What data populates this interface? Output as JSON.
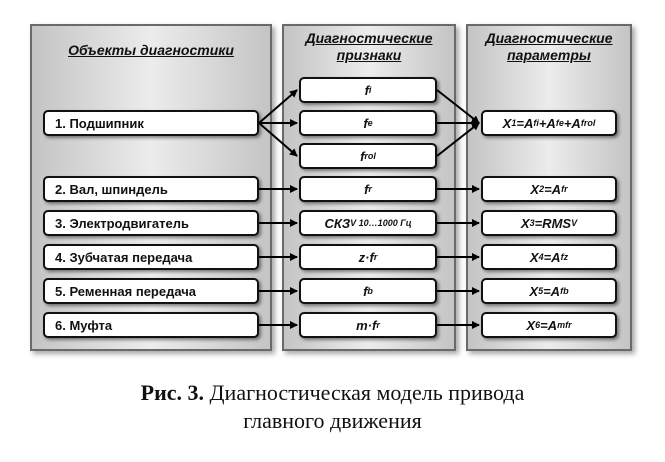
{
  "headers": {
    "objects": "Объекты диагностики",
    "signs": "Диагностические признаки",
    "params": "Диагностические параметры"
  },
  "objects": [
    "1. Подшипник",
    "2. Вал, шпиндель",
    "3. Электродвигатель",
    "4. Зубчатая передача",
    "5. Ременная передача",
    "6. Муфта"
  ],
  "signs": [
    {
      "main": "f",
      "sub": "i"
    },
    {
      "main": "f",
      "sub": "e"
    },
    {
      "main": "f",
      "sub": "rol"
    },
    {
      "main": "f",
      "sub": "r"
    },
    {
      "main": "СКЗ",
      "sub": "V 10…1000 Гц"
    },
    {
      "main": "z·f",
      "sub": "r"
    },
    {
      "main": "f",
      "sub": "b"
    },
    {
      "main": "m·f",
      "sub": "r"
    }
  ],
  "params": [
    {
      "text": "X₁=A_fi+A_fe+A_frol"
    },
    {
      "text": "X₂=A_fr"
    },
    {
      "text": "X₃=RMS_V"
    },
    {
      "text": "X₄=A_fz"
    },
    {
      "text": "X₅=A_fb"
    },
    {
      "text": "X₆=A_mfr"
    }
  ],
  "caption": {
    "label": "Рис. 3.",
    "line1": "Диагностическая модель привода",
    "line2": "главного движения"
  }
}
